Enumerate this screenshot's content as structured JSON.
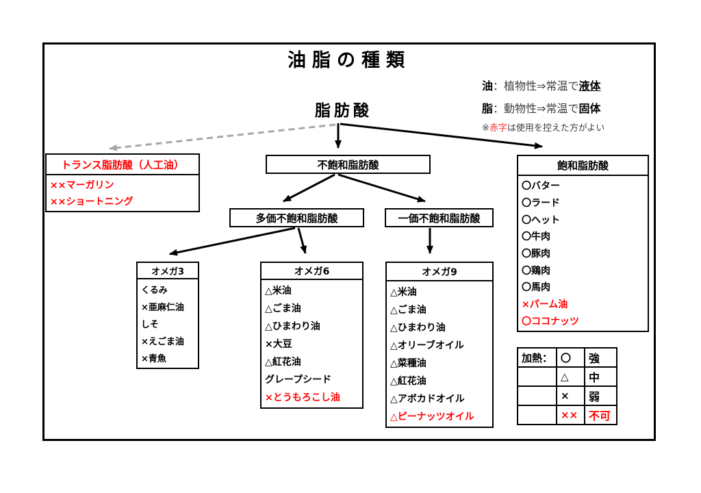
{
  "page": {
    "title": "油脂の種類",
    "root_label": "脂肪酸"
  },
  "legend": {
    "oil_line": {
      "term": "油",
      "sep": "：",
      "desc": "植物性⇒常温で",
      "state": "液体"
    },
    "fat_line": {
      "term": "脂",
      "sep": "：",
      "desc": "動物性⇒常温で",
      "state": "固体"
    },
    "caution_line": {
      "mark": "※",
      "red_word": "赤字",
      "rest": "は使用を控えた方がよい"
    }
  },
  "tree": {
    "trans": {
      "title": "トランス脂肪酸（人工油）",
      "items": [
        {
          "text": "××マーガリン",
          "red": true
        },
        {
          "text": "××ショートニング",
          "red": true
        }
      ]
    },
    "unsaturated": {
      "title": "不飽和脂肪酸"
    },
    "saturated": {
      "title": "飽和脂肪酸",
      "items": [
        {
          "text": "〇バター",
          "red": false
        },
        {
          "text": "〇ラード",
          "red": false
        },
        {
          "text": "〇ヘット",
          "red": false
        },
        {
          "text": "〇牛肉",
          "red": false
        },
        {
          "text": "〇豚肉",
          "red": false
        },
        {
          "text": "〇鶏肉",
          "red": false
        },
        {
          "text": "〇馬肉",
          "red": false
        },
        {
          "text": "×パーム油",
          "red": true
        },
        {
          "text": "〇ココナッツ",
          "red": true
        }
      ]
    },
    "poly": {
      "title": "多価不飽和脂肪酸"
    },
    "mono": {
      "title": "一価不飽和脂肪酸"
    },
    "omega3": {
      "title": "オメガ3",
      "items": [
        {
          "text": "くるみ",
          "red": false
        },
        {
          "text": "×亜麻仁油",
          "red": false
        },
        {
          "text": "しそ",
          "red": false
        },
        {
          "text": "×えごま油",
          "red": false
        },
        {
          "text": "×青魚",
          "red": false
        }
      ]
    },
    "omega6": {
      "title": "オメガ6",
      "items": [
        {
          "text": "△米油",
          "red": false
        },
        {
          "text": "△ごま油",
          "red": false
        },
        {
          "text": "△ひまわり油",
          "red": false
        },
        {
          "text": "×大豆",
          "red": false
        },
        {
          "text": "△紅花油",
          "red": false
        },
        {
          "text": "グレープシード",
          "red": false
        },
        {
          "text": "×とうもろこし油",
          "red": true
        }
      ]
    },
    "omega9": {
      "title": "オメガ9",
      "items": [
        {
          "text": "△米油",
          "red": false
        },
        {
          "text": "△ごま油",
          "red": false
        },
        {
          "text": "△ひまわり油",
          "red": false
        },
        {
          "text": "△オリーブオイル",
          "red": false
        },
        {
          "text": "△菜種油",
          "red": false
        },
        {
          "text": "△紅花油",
          "red": false
        },
        {
          "text": "△アボカドオイル",
          "red": false
        },
        {
          "text": "△ピーナッツオイル",
          "red": true
        }
      ]
    }
  },
  "heat_table": {
    "rows": [
      {
        "label": "加熱：",
        "symbol": "〇",
        "level": "強",
        "red": false
      },
      {
        "label": "",
        "symbol": "△",
        "level": "中",
        "red": false
      },
      {
        "label": "",
        "symbol": "×",
        "level": "弱",
        "red": false
      },
      {
        "label": "",
        "symbol": "××",
        "level": "不可",
        "red": true
      }
    ]
  },
  "colors": {
    "red": "#FF0000",
    "black": "#000000",
    "dashed_arrow_gray": "#A6A6A6"
  }
}
